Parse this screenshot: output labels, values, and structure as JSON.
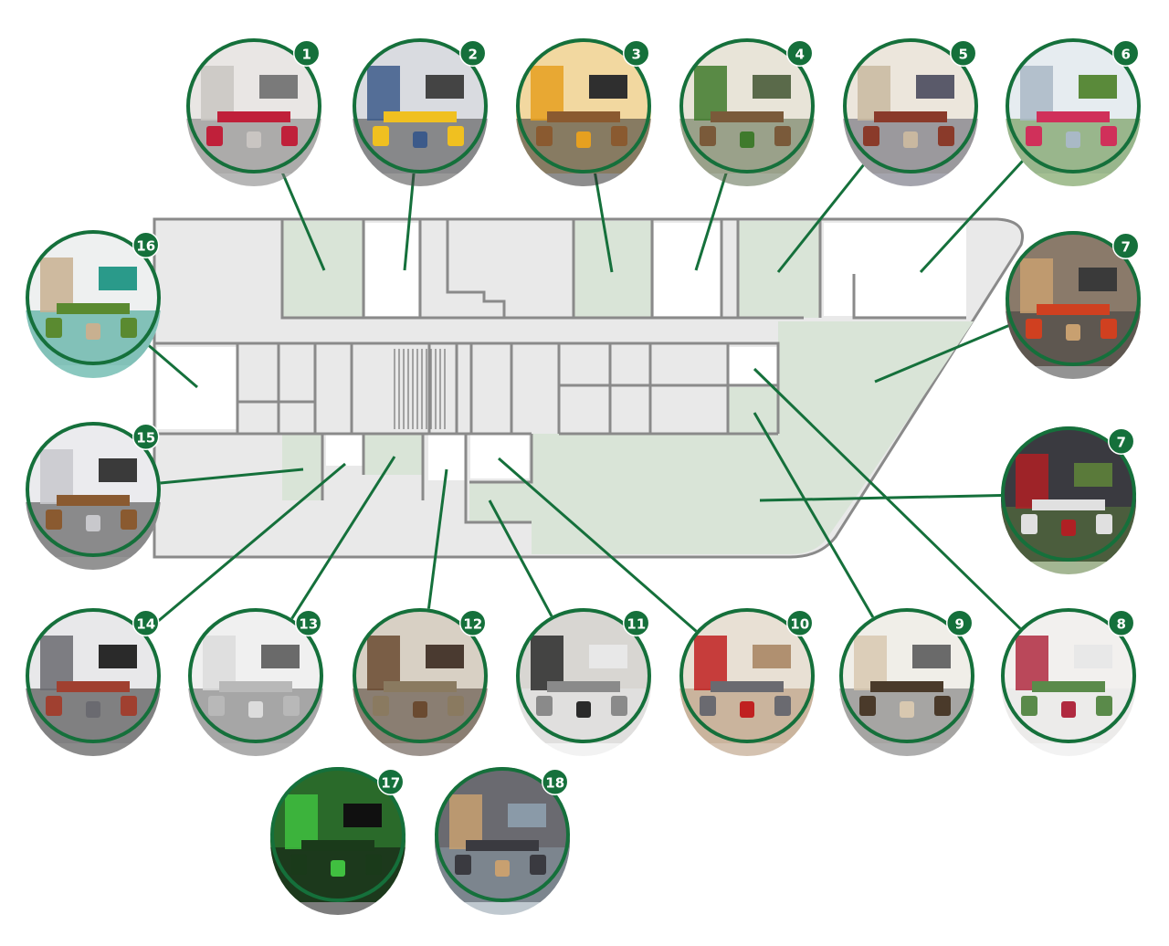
{
  "colors": {
    "accent": "#15703b",
    "floor_fill": "#e9e9e9",
    "highlight_fill": "#d9e4d7",
    "wall": "#8a8a8a",
    "badge_text": "#ffffff"
  },
  "rooms": [
    {
      "number": "1",
      "scene": "lounge with red chairs and wall screen"
    },
    {
      "number": "2",
      "scene": "colorful kitchen with mural"
    },
    {
      "number": "3",
      "scene": "meeting room with wooden table"
    },
    {
      "number": "4",
      "scene": "green wall meeting room"
    },
    {
      "number": "5",
      "scene": "dining area with screen"
    },
    {
      "number": "6",
      "scene": "colorful cube seating"
    },
    {
      "number": "7",
      "scene": "open lounge with bunting"
    },
    {
      "number": "7",
      "scene": "red train carriage booths"
    },
    {
      "number": "8",
      "scene": "botanical wall room"
    },
    {
      "number": "9",
      "scene": "room with clock and pictures"
    },
    {
      "number": "10",
      "scene": "red armchairs lounge"
    },
    {
      "number": "11",
      "scene": "black leather lounge"
    },
    {
      "number": "12",
      "scene": "library room with bookshelf"
    },
    {
      "number": "13",
      "scene": "white textured wall room"
    },
    {
      "number": "14",
      "scene": "workshop room"
    },
    {
      "number": "15",
      "scene": "room with wooden table"
    },
    {
      "number": "16",
      "scene": "grass stage room"
    },
    {
      "number": "17",
      "scene": "green screen studio"
    },
    {
      "number": "18",
      "scene": "boardroom with view"
    }
  ]
}
